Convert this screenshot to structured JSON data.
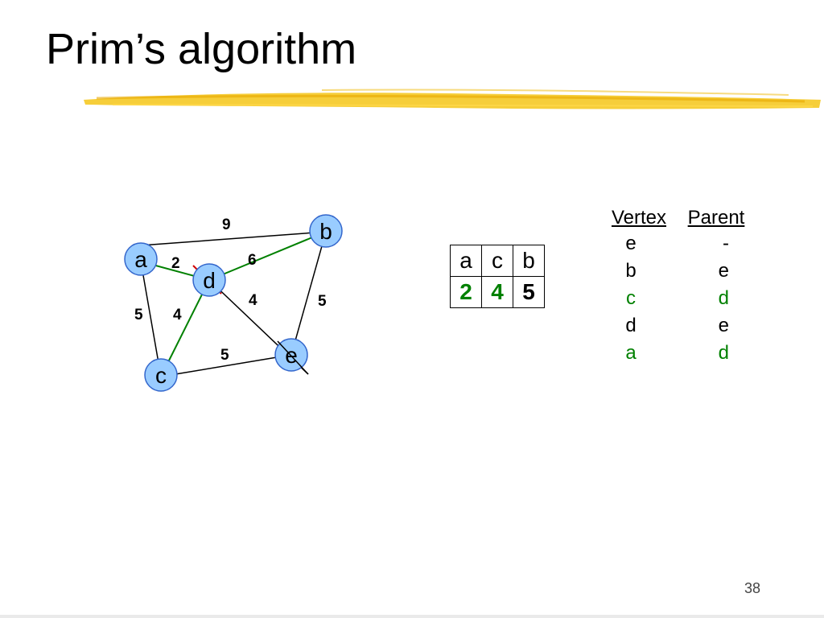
{
  "slide": {
    "title": "Prim’s algorithm",
    "page_number": "38",
    "accent_color": "#f5c518"
  },
  "graph": {
    "nodes": [
      {
        "id": "a",
        "label": "a"
      },
      {
        "id": "b",
        "label": "b"
      },
      {
        "id": "c",
        "label": "c"
      },
      {
        "id": "d",
        "label": "d"
      },
      {
        "id": "e",
        "label": "e"
      }
    ],
    "edges": [
      {
        "from": "a",
        "to": "b",
        "weight": "9",
        "color": "#000000"
      },
      {
        "from": "a",
        "to": "d",
        "weight": "2",
        "color": "#008000"
      },
      {
        "from": "d",
        "to": "b",
        "weight": "6",
        "color": "#008000"
      },
      {
        "from": "a",
        "to": "c",
        "weight": "5",
        "color": "#000000"
      },
      {
        "from": "d",
        "to": "c",
        "weight": "4",
        "color": "#008000"
      },
      {
        "from": "d",
        "to": "e",
        "weight": "4",
        "color": "#000000",
        "segment_color": "#d00000"
      },
      {
        "from": "b",
        "to": "e",
        "weight": "5",
        "color": "#000000"
      },
      {
        "from": "c",
        "to": "e",
        "weight": "5",
        "color": "#000000"
      }
    ],
    "node_fill": "#99ccff",
    "node_stroke": "#3366cc"
  },
  "queue": {
    "vertices": [
      "a",
      "c",
      "b"
    ],
    "keys": [
      "2",
      "4",
      "5"
    ],
    "key_colors": [
      "#008000",
      "#008000",
      "#000000"
    ]
  },
  "parent_table": {
    "headers": [
      "Vertex",
      "Parent"
    ],
    "rows": [
      {
        "vertex": "e",
        "parent": "-",
        "color": "#000000"
      },
      {
        "vertex": "b",
        "parent": "e",
        "color": "#000000"
      },
      {
        "vertex": "c",
        "parent": "d",
        "color": "#008000"
      },
      {
        "vertex": "d",
        "parent": "e",
        "color": "#000000"
      },
      {
        "vertex": "a",
        "parent": "d",
        "color": "#008000"
      }
    ]
  }
}
